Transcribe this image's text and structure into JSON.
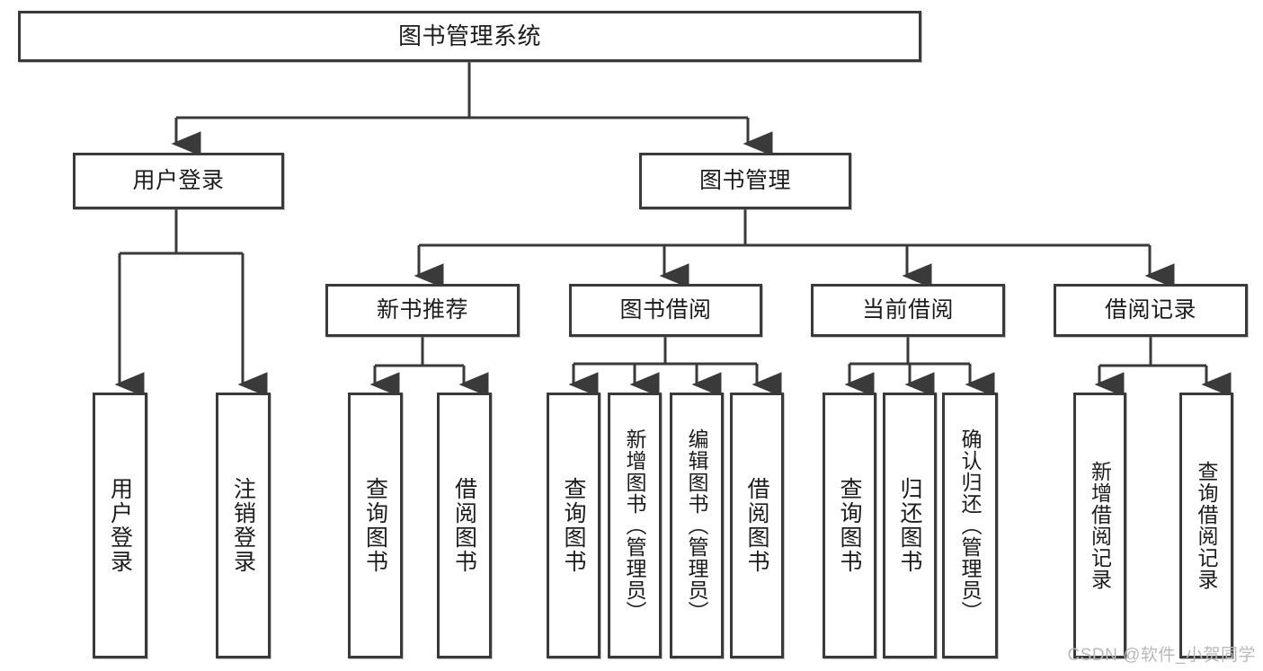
{
  "diagram": {
    "title": "图书管理系统",
    "watermark": "CSDN @软件_小贺同学",
    "stroke_color": "#3a3a3a",
    "text_color": "#1c1c1c",
    "background": "#ffffff",
    "nodes": {
      "root": {
        "label": "图书管理系统"
      },
      "level1": [
        {
          "key": "user_login",
          "label": "用户登录"
        },
        {
          "key": "book_manage",
          "label": "图书管理"
        }
      ],
      "level2": [
        {
          "key": "new_book_recommend",
          "label": "新书推荐"
        },
        {
          "key": "book_borrow",
          "label": "图书借阅"
        },
        {
          "key": "current_borrow",
          "label": "当前借阅"
        },
        {
          "key": "borrow_record",
          "label": "借阅记录"
        }
      ],
      "leaves": {
        "user_login": [
          {
            "key": "leaf_user_login",
            "label": "用户登录"
          },
          {
            "key": "leaf_logout_login",
            "label": "注销登录"
          }
        ],
        "new_book_recommend": [
          {
            "key": "leaf_query_book_1",
            "label": "查询图书"
          },
          {
            "key": "leaf_borrow_book_1",
            "label": "借阅图书"
          }
        ],
        "book_borrow": [
          {
            "key": "leaf_query_book_2",
            "label": "查询图书"
          },
          {
            "key": "leaf_add_book",
            "label": "新增图书（管理员）"
          },
          {
            "key": "leaf_edit_book",
            "label": "编辑图书（管理员）"
          },
          {
            "key": "leaf_borrow_book_2",
            "label": "借阅图书"
          }
        ],
        "current_borrow": [
          {
            "key": "leaf_query_book_3",
            "label": "查询图书"
          },
          {
            "key": "leaf_return_book",
            "label": "归还图书"
          },
          {
            "key": "leaf_confirm_return",
            "label": "确认归还（管理员）"
          }
        ],
        "borrow_record": [
          {
            "key": "leaf_add_record",
            "label": "新增借阅记录"
          },
          {
            "key": "leaf_query_record",
            "label": "查询借阅记录"
          }
        ]
      }
    }
  }
}
